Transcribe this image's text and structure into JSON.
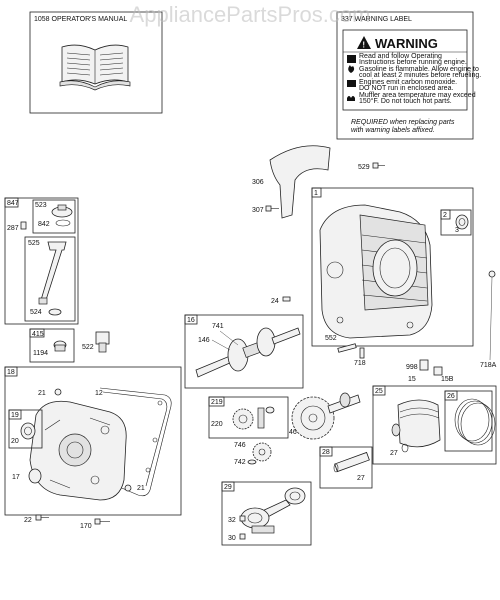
{
  "watermark": "AppliancePartsPros.com",
  "manual_box": {
    "label": "1058 OPERATOR'S MANUAL"
  },
  "warning_box": {
    "label": "337 WARNING LABEL",
    "title": "WARNING",
    "lines": [
      "Read and follow Operating",
      "Instructions before running engine.",
      "Gasoline is flammable. Allow engine to",
      "cool at least 2 minutes before refueling.",
      "Engines emit carbon monoxide.",
      "DO NOT run in enclosed area.",
      "Muffler area temperature may exceed",
      "150°F. Do not touch hot parts."
    ],
    "required_1": "REQUIRED when replacing parts",
    "required_2": "with warning labels affixed."
  },
  "groups": {
    "g847": {
      "label": "847",
      "parts": {
        "p523": "523",
        "p842": "842",
        "p287": "287",
        "p525": "525",
        "p524": "524"
      }
    },
    "g415": {
      "label": "415",
      "parts": {
        "p1194": "1194"
      }
    },
    "g18": {
      "label": "18",
      "parts": {
        "p21a": "21",
        "p12": "12",
        "p19": "19",
        "p20": "20",
        "p17": "17",
        "p21b": "21"
      }
    },
    "g16": {
      "label": "16",
      "parts": {
        "p741": "741",
        "p146": "146"
      }
    },
    "g1": {
      "label": "1",
      "parts": {
        "p2": "2",
        "p3": "3"
      }
    },
    "g219": {
      "label": "219",
      "parts": {
        "p220": "220"
      }
    },
    "g25": {
      "label": "25",
      "parts": {
        "p26": "26",
        "p27": "27"
      }
    },
    "g28": {
      "label": "28",
      "parts": {
        "p27": "27"
      }
    },
    "g29": {
      "label": "29",
      "parts": {
        "p32": "32",
        "p30": "30"
      }
    }
  },
  "loose_labels": {
    "l522": "522",
    "l529": "529",
    "l306": "306",
    "l307": "307",
    "l24": "24",
    "l552": "552",
    "l718": "718",
    "l718a": "718A",
    "l998": "998",
    "l15": "15",
    "l15b": "15B",
    "l46": "46",
    "l746": "746",
    "l742": "742",
    "l22": "22",
    "l170": "170"
  }
}
